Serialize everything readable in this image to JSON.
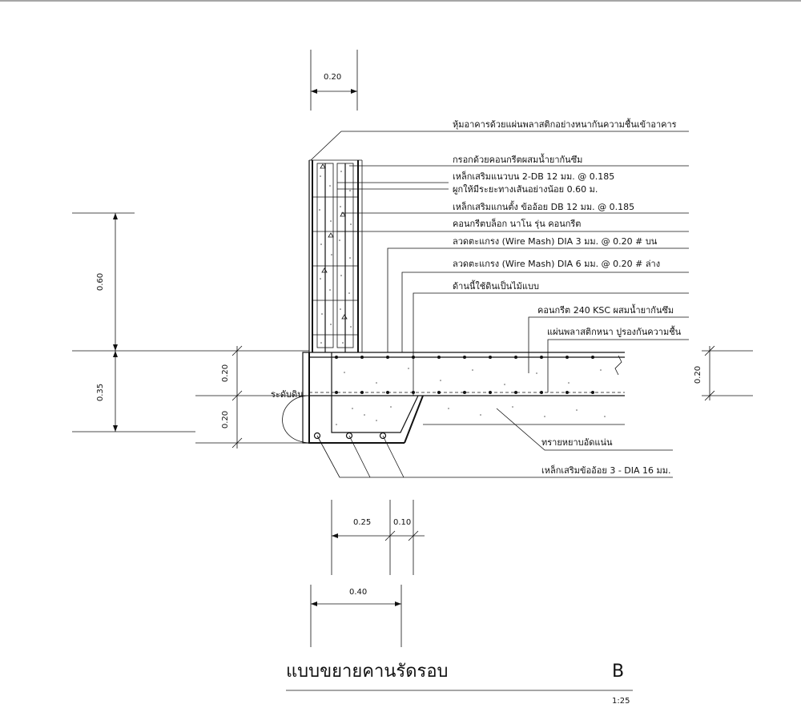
{
  "labels": {
    "wrap": "หุ้มอาคารด้วยแผ่นพลาสติกอย่างหนากันความชื้นเข้าอาคาร",
    "fill": "กรอกด้วยคอนกรีตผสมน้ำยากันซึม",
    "top_rebar": "เหล็กเสริมแนวบน 2-DB 12 มม. @ 0.185",
    "lap": "ผูกให้มีระยะทางเส้นอย่างน้อย 0.60 ม.",
    "vertical_rebar": "เหล็กเสริมแกนตั้ง ข้ออ้อย DB 12 มม. @ 0.185",
    "block": "คอนกรีตบล็อก นาโน รุ่น คอนกรีต",
    "mesh_top": "ลวดตะแกรง (Wire Mash) DIA 3 มม. @ 0.20 # บน",
    "mesh_bottom": "ลวดตะแกรง (Wire Mash) DIA 6 มม. @ 0.20 # ล่าง",
    "formwork": "ด้านนี้ใช้ดินเป็นไม้แบบ",
    "concrete": "คอนกรีต 240 KSC ผสมน้ำยากันซึม",
    "plastic": "แผ่นพลาสติกหนา ปูรองกันความชื้น",
    "sand": "ทรายหยาบอัดแน่น",
    "bottom_rebar": "เหล็กเสริมข้ออ้อย 3 - DIA 16 มม.",
    "ground": "ระดับดิน"
  },
  "dimensions": {
    "top_width": "0.20",
    "wall_height": "0.60",
    "beam_depth": "0.35",
    "upper_part": "0.20",
    "lower_part": "0.20",
    "slab_thickness": "0.20",
    "bottom_a": "0.25",
    "bottom_b": "0.10",
    "bottom_total": "0.40"
  },
  "title": {
    "name": "แบบขยายคานรัดรอบ",
    "code": "B",
    "scale": "1:25"
  }
}
